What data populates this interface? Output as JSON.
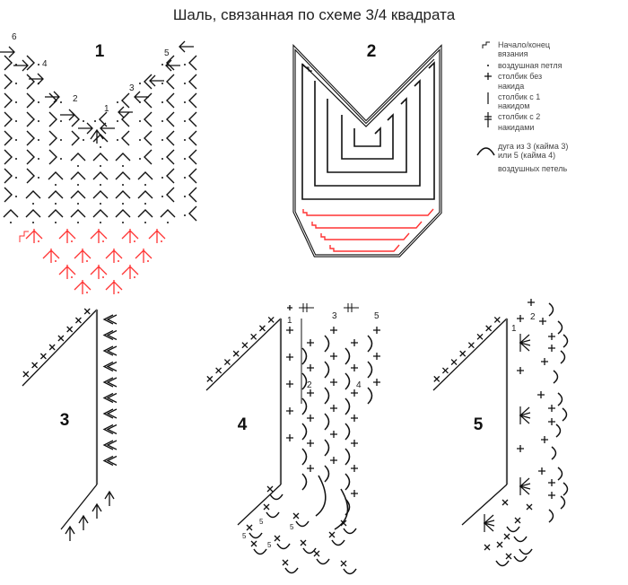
{
  "title": "Шаль, связанная по схеме 3/4 квадрата",
  "diagrams": [
    {
      "number": "1",
      "labels": [
        "6",
        "4",
        "2",
        "1",
        "3",
        "5"
      ]
    },
    {
      "number": "2"
    },
    {
      "number": "3"
    },
    {
      "number": "4",
      "labels": [
        "1",
        "2",
        "3",
        "4",
        "5",
        "5",
        "5",
        "5",
        "5"
      ]
    },
    {
      "number": "5",
      "labels": [
        "1",
        "2"
      ]
    }
  ],
  "legend": [
    {
      "icon": "start-end-icon",
      "lines": [
        "Начало/конец",
        "вязания"
      ]
    },
    {
      "icon": "chain-stitch-icon",
      "lines": [
        "воздушная петля"
      ]
    },
    {
      "icon": "single-crochet-icon",
      "lines": [
        "столбик без",
        "накида"
      ]
    },
    {
      "icon": "double-crochet-icon",
      "lines": [
        "столбик с 1",
        "накидом"
      ]
    },
    {
      "icon": "treble-crochet-icon",
      "lines": [
        "столбик с 2",
        "накидами"
      ]
    },
    {
      "icon": "chain-arc-icon",
      "lines": [
        "дуга из 3 (кайма 3)",
        "или 5 (кайма 4)",
        "воздушных петель"
      ]
    }
  ],
  "colors": {
    "ink": "#111111",
    "red": "#ff3333",
    "legend_text": "#444444"
  }
}
